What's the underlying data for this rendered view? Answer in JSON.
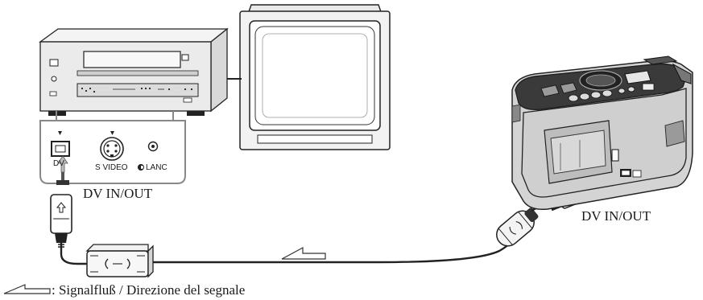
{
  "labels": {
    "port_dv": "DV",
    "port_svideo": "S VIDEO",
    "port_lanc": "LANC",
    "vcr_dv_label": "DV IN/OUT",
    "camera_dv_label": "DV IN/OUT",
    "legend_text": ": Signalfluß / Direzione del segnale"
  }
}
